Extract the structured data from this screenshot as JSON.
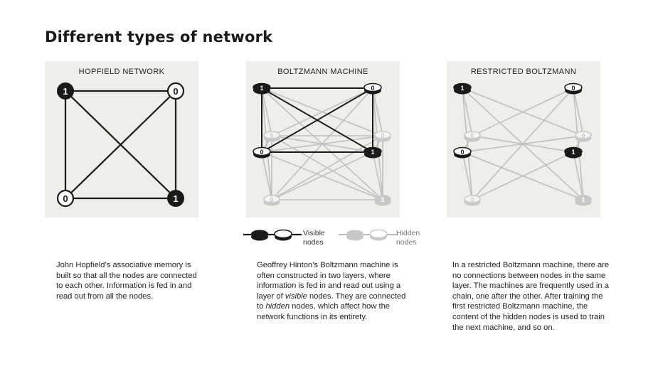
{
  "title": "Different types of network",
  "colors": {
    "panel_bg": "#eeeeea",
    "visible_line": "#1a1a1a",
    "hidden_line": "#bdbdbd",
    "node_dark": "#1a1a1a",
    "node_light": "#ffffff",
    "hidden_node": "#c8c8c8"
  },
  "panels": [
    {
      "title": "HOPFIELD NETWORK",
      "description": "John Hopfield’s associative memory is built so that all the nodes are connected to each other. Information is fed in and read out from all the nodes."
    },
    {
      "title": "BOLTZMANN MACHINE",
      "description_parts": [
        "Geoffrey Hinton’s Boltzmann machine is often constructed in two layers, where information is fed in and read out using a layer of ",
        "visible",
        " nodes. They are connected to ",
        "hidden",
        " nodes, which affect how the network functions in its entirety."
      ]
    },
    {
      "title": "RESTRICTED BOLTZMANN",
      "description": "In a restricted Boltzmann machine, there are no connections between nodes in the same layer. The machines are frequently used in a chain, one after the other. After training the first restricted Boltzmann machine, the content of the hidden nodes is used to train the next machine, and so on."
    }
  ],
  "node_values": {
    "hopfield": [
      "1",
      "0",
      "0",
      "1"
    ],
    "boltzmann_visible": [
      "1",
      "0",
      "0",
      "1"
    ],
    "boltzmann_hidden": [
      "0",
      "0",
      "0",
      "1"
    ],
    "rbm_visible": [
      "1",
      "0",
      "0",
      "1"
    ],
    "rbm_hidden": [
      "0",
      "0",
      "0",
      "1"
    ]
  },
  "legend": {
    "visible_label": "Visible nodes",
    "hidden_label": "Hidden nodes"
  }
}
